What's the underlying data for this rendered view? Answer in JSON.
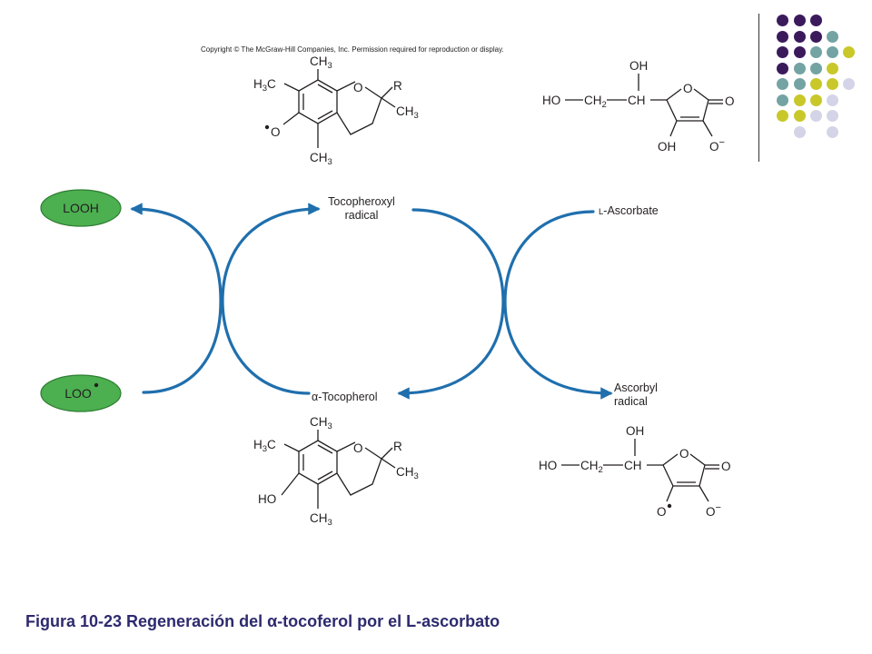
{
  "copyright": "Copyright © The McGraw-Hill Companies, Inc. Permission required for reproduction or display.",
  "colors": {
    "arrow": "#1f6fad",
    "pill_fill": "#4caf50",
    "pill_edge": "#2e7d32",
    "caption": "#2d2a6e",
    "dot_purple": "#3b1a5c",
    "dot_teal": "#74a3a3",
    "dot_yellow": "#c8c82a",
    "dot_lavender": "#d4d4e8"
  },
  "species": {
    "looh": "LOOH",
    "loo": "LOO",
    "tocopheroxyl_line1": "Tocopheroxyl",
    "tocopheroxyl_line2": "radical",
    "tocopherol": "α-Tocopherol",
    "ascorbate_prefix": "L",
    "ascorbate": "-Ascorbate",
    "ascorbyl_line1": "Ascorbyl",
    "ascorbyl_line2": "radical"
  },
  "caption": "Figura 10-23 Regeneración del α-tocoferol por el L-ascorbato"
}
